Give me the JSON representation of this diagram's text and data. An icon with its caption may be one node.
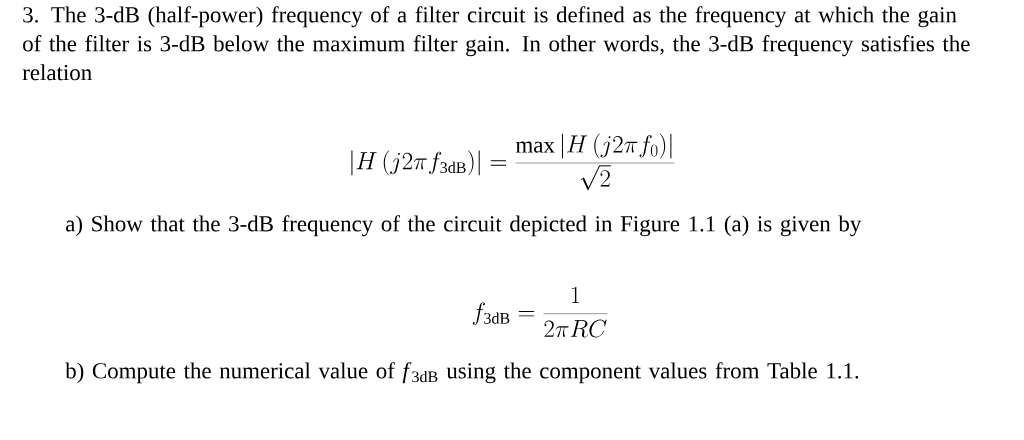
{
  "diagram": {
    "labels": [
      "3. The 3-dB (half-power) frequency of a filter circuit is defined as the frequency at which the gain of the filter is 3-dB below the maximum filter gain. In other words, the 3-dB frequency satisfies the relation",
      "\\left|H\\left(j2\\pi f_{\\mathrm{3dB}}\\right)\\right| = \\frac{\\max\\left|H\\left(j2\\pi f_0\\right)\\right|}{\\sqrt{2}}",
      "a) Show that the 3-dB frequency of the circuit depicted in Figure 1.1 (a) is given by",
      "f_{\\mathrm{3dB}} = \\frac{1}{2\\pi RC}",
      "b) Compute the numerical value of *f*$_{3dB}$ using the component values from Table 1.1."
    ]
  }
}
